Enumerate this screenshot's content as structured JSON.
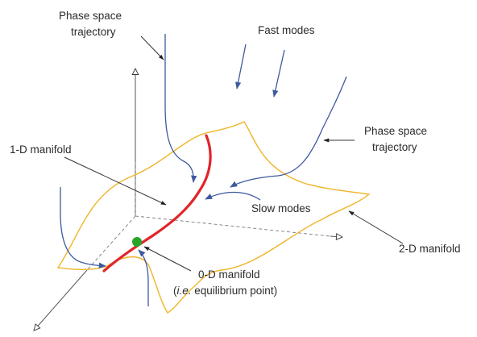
{
  "labels": {
    "phase_traj_top_1": "Phase space",
    "phase_traj_top_2": "trajectory",
    "fast_modes": "Fast modes",
    "phase_traj_right_1": "Phase space",
    "phase_traj_right_2": "trajectory",
    "manifold_1d": "1-D manifold",
    "slow_modes": "Slow modes",
    "manifold_2d": "2-D manifold",
    "manifold_0d": "0-D manifold",
    "equilibrium_ie": "i.e.",
    "equilibrium_rest": " equilibrium point)",
    "equilibrium_open": "("
  },
  "colors": {
    "manifold_2d": "#f0b429",
    "manifold_1d": "#e0252a",
    "trajectory": "#3c5a9e",
    "equilibrium_point": "#2aa52a",
    "text": "#2b2b2b"
  }
}
